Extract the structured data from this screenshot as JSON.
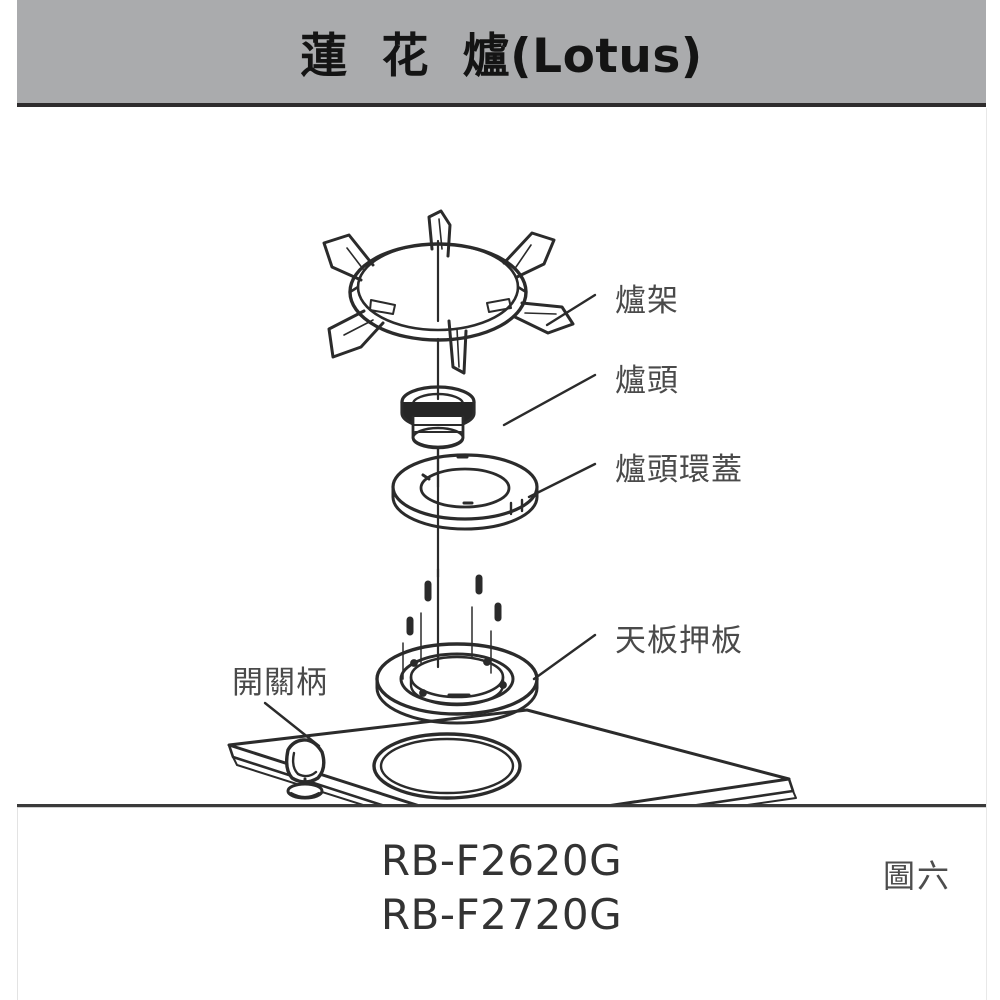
{
  "header": {
    "title": "蓮  花  爐(Lotus)"
  },
  "diagram": {
    "caption": "圖六",
    "callouts": [
      {
        "id": "grate",
        "label": "爐架"
      },
      {
        "id": "head",
        "label": "爐頭"
      },
      {
        "id": "capring",
        "label": "爐頭環蓋"
      },
      {
        "id": "plate",
        "label": "天板押板"
      },
      {
        "id": "knob",
        "label": "開關柄"
      }
    ]
  },
  "models": [
    "RB-F2620G",
    "RB-F2720G"
  ],
  "colors": {
    "header_band": "#aaabad",
    "header_rule": "#2e2c2d",
    "line": "#2b2b2b",
    "label_text": "#4a4a4a",
    "model_text": "#333333",
    "page_background": "#ffffff"
  }
}
